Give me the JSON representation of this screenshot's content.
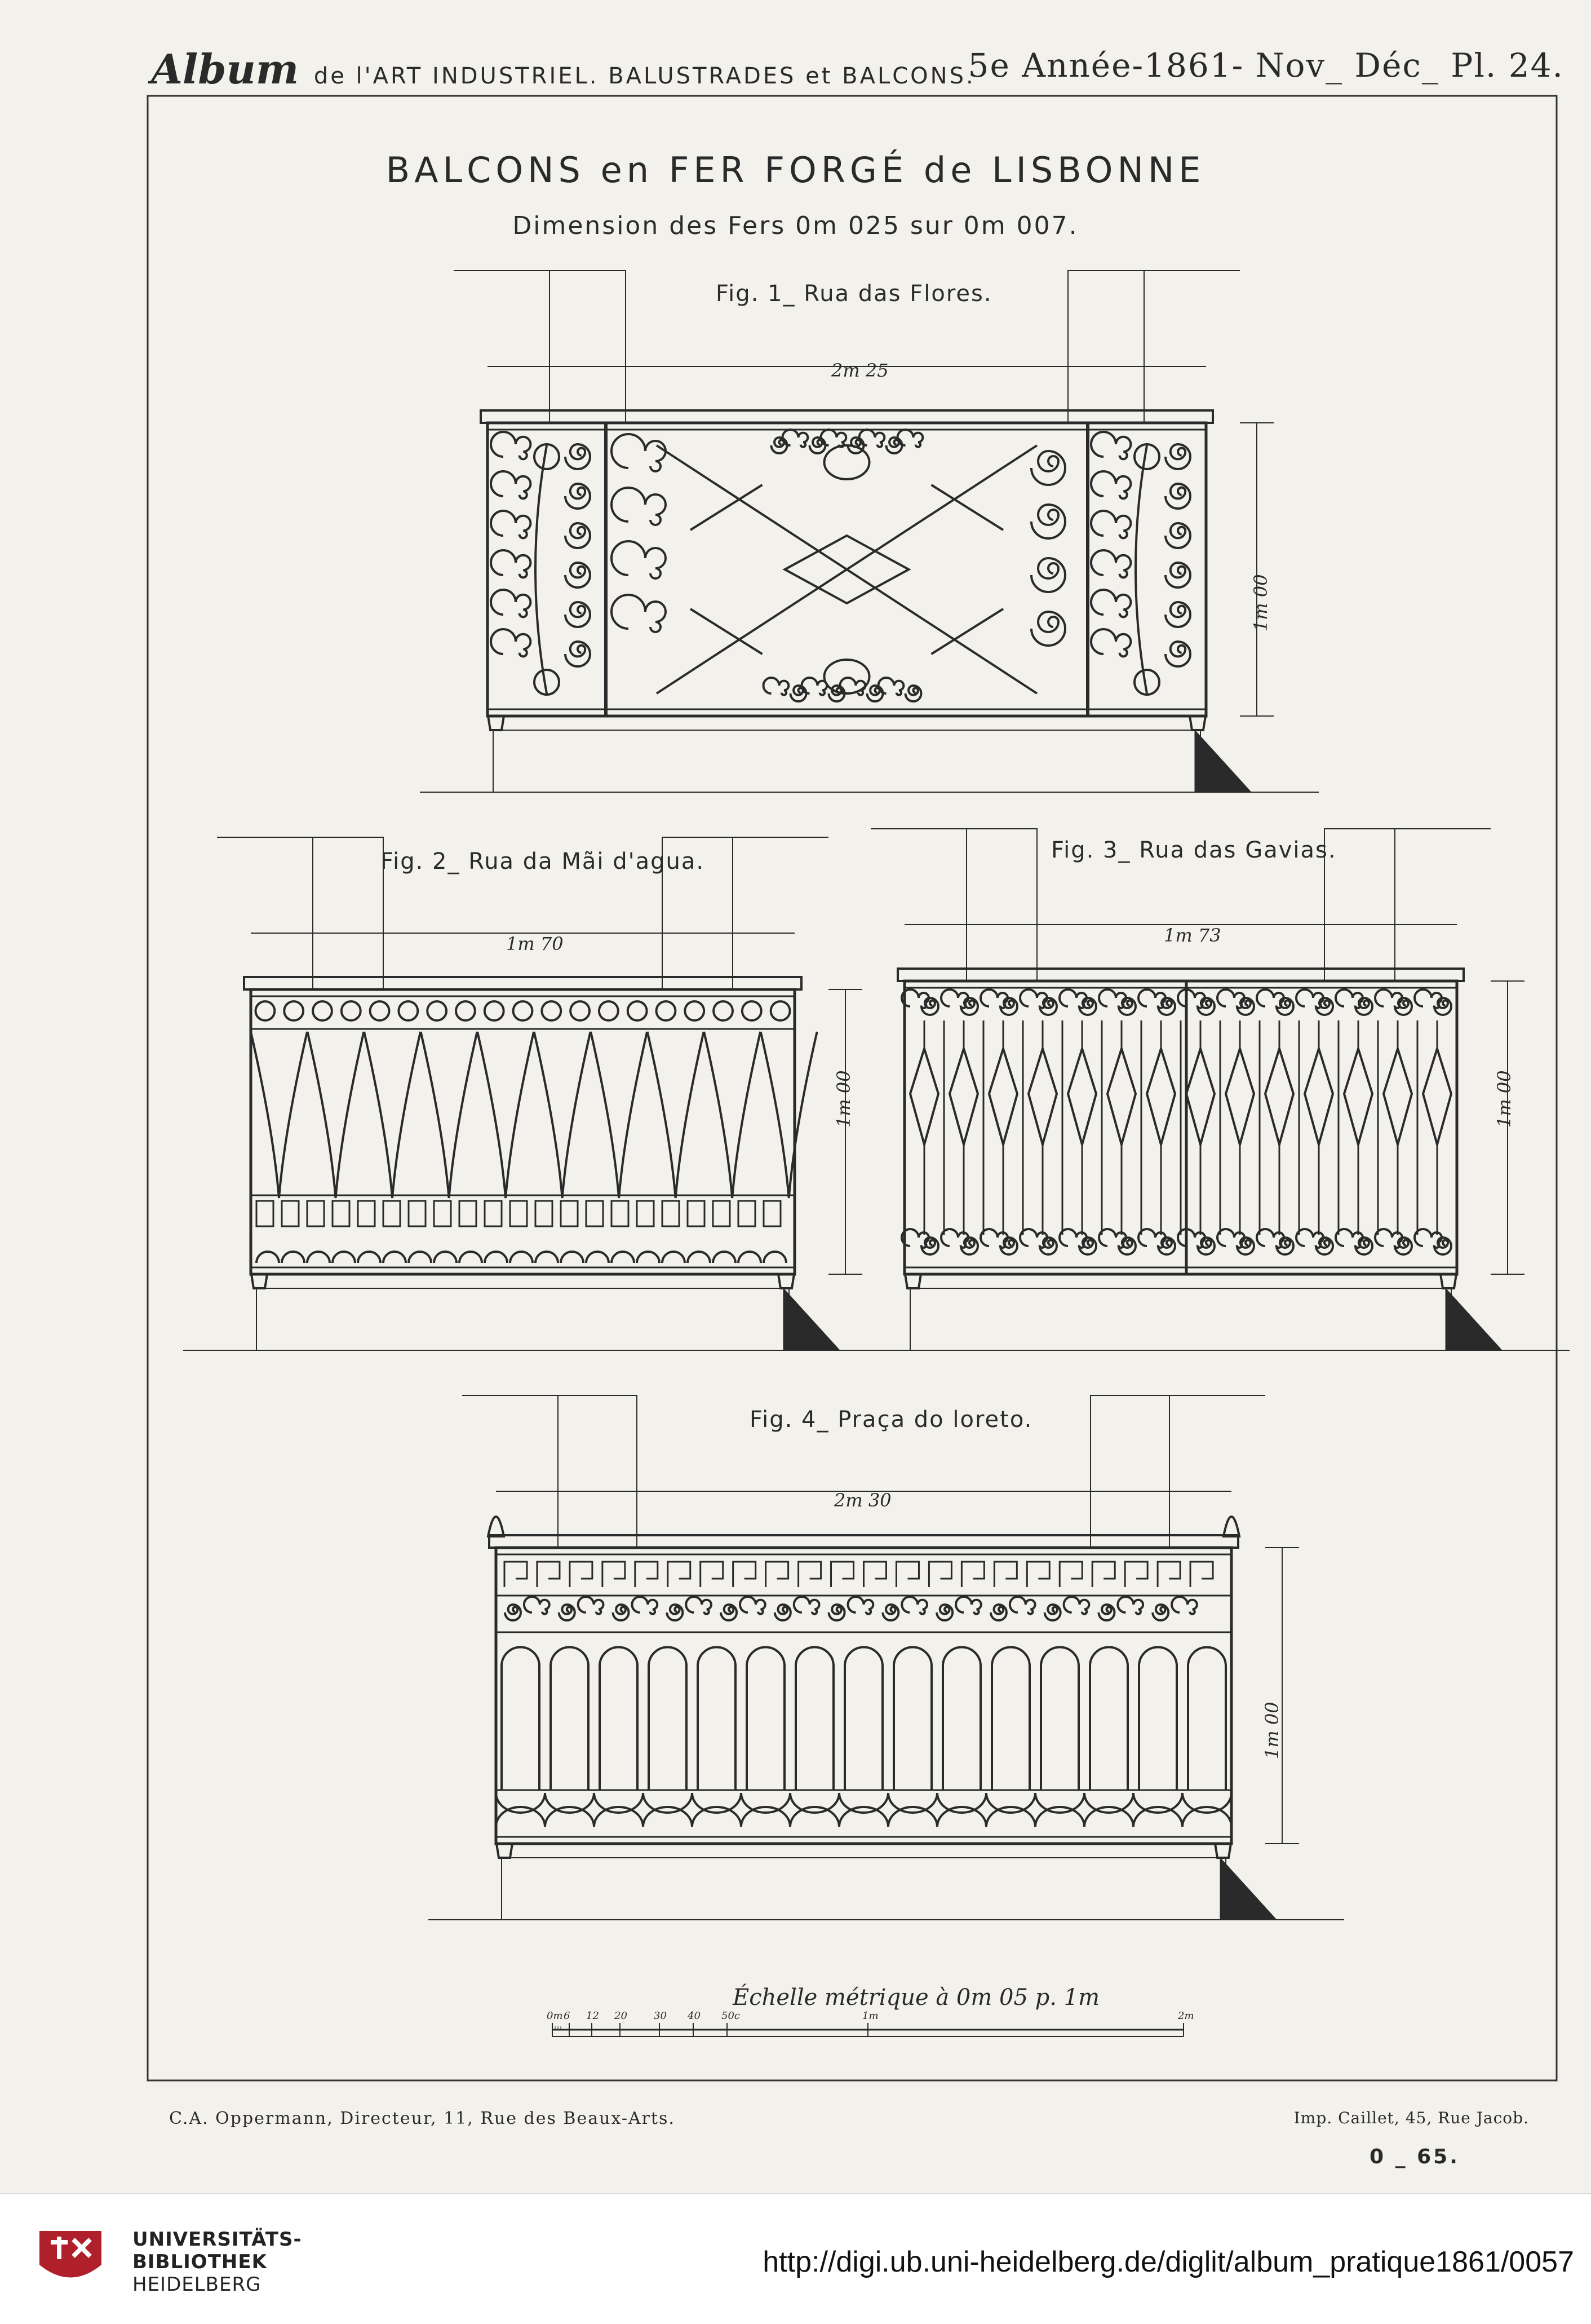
{
  "header": {
    "album": "Album",
    "left_rest": "de l'ART INDUSTRIEL. BALUSTRADES et BALCONS.",
    "right": "5e Année-1861- Nov_ Déc_ Pl. 24."
  },
  "title": "BALCONS en FER FORGÉ de LISBONNE",
  "subtitle": "Dimension des Fers 0m 025 sur 0m 007.",
  "figures": [
    {
      "caption": "Fig. 1_ Rua das Flores.",
      "width_label": "2m 25",
      "height_label": "1m 00"
    },
    {
      "caption": "Fig. 2_ Rua da Mãi d'agua.",
      "width_label": "1m 70",
      "height_label": "1m 00"
    },
    {
      "caption": "Fig. 3_ Rua das Gavias.",
      "width_label": "1m 73",
      "height_label": "1m 00"
    },
    {
      "caption": "Fig. 4_ Praça do loreto.",
      "width_label": "2m 30",
      "height_label": "1m 00"
    }
  ],
  "scale": {
    "label": "Échelle métrique à 0m 05 p. 1m",
    "ticks": [
      "0m",
      "6",
      "12",
      "20",
      "30",
      "40",
      "50c",
      "1m",
      "2m"
    ]
  },
  "footer": {
    "left": "C.A. Oppermann, Directeur, 11, Rue des Beaux-Arts.",
    "right": "Imp. Caillet, 45, Rue Jacob.",
    "plate_number": "0 _ 65."
  },
  "banner": {
    "logo_lines": [
      "UNIVERSITÄTS-",
      "BIBLIOTHEK",
      "HEIDELBERG"
    ],
    "url": "http://digi.ub.uni-heidelberg.de/diglit/album_pratique1861/0057"
  },
  "colors": {
    "paper": "#f3f1eb",
    "ink": "#2a2a2a",
    "logo_red": "#b0202a"
  }
}
